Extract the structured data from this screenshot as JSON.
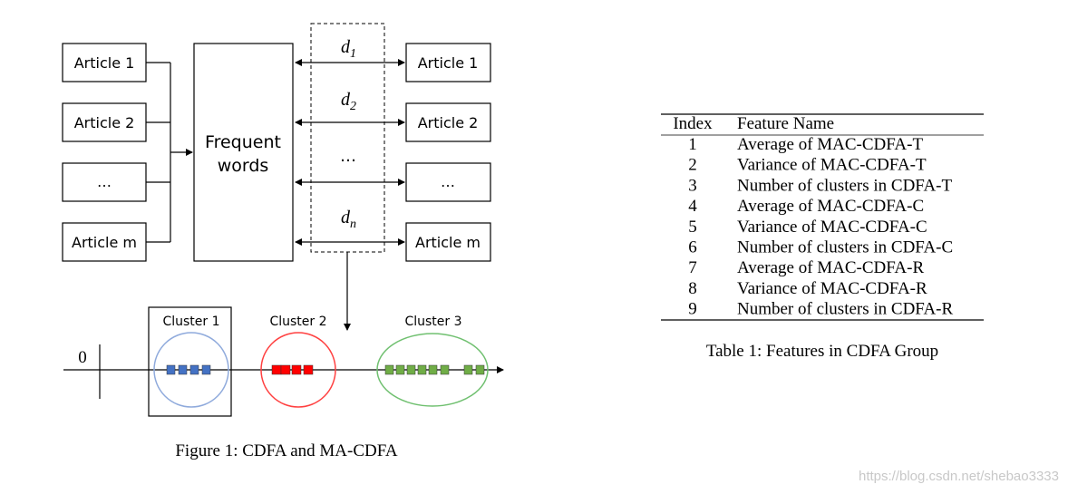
{
  "figure": {
    "left_articles": [
      "Article 1",
      "Article 2",
      "…",
      "Article m"
    ],
    "right_articles": [
      "Article 1",
      "Article 2",
      "…",
      "Article m"
    ],
    "center_box": [
      "Frequent",
      "words"
    ],
    "distances": [
      {
        "base": "d",
        "sub": "1"
      },
      {
        "base": "d",
        "sub": "2"
      },
      {
        "base": "…",
        "sub": ""
      },
      {
        "base": "d",
        "sub": "n"
      }
    ],
    "clusters": [
      {
        "label": "Cluster 1",
        "color": "#4472c4",
        "squares": 4
      },
      {
        "label": "Cluster 2",
        "color": "#ff0000",
        "squares": 4
      },
      {
        "label": "Cluster 3",
        "color": "#70ad47",
        "squares": 8
      }
    ],
    "axis_zero": "0",
    "caption": "Figure 1: CDFA and MA-CDFA"
  },
  "table": {
    "headers": [
      "Index",
      "Feature Name"
    ],
    "rows": [
      [
        "1",
        "Average of MAC-CDFA-T"
      ],
      [
        "2",
        "Variance of MAC-CDFA-T"
      ],
      [
        "3",
        "Number of clusters in CDFA-T"
      ],
      [
        "4",
        "Average of MAC-CDFA-C"
      ],
      [
        "5",
        "Variance of MAC-CDFA-C"
      ],
      [
        "6",
        "Number of clusters in CDFA-C"
      ],
      [
        "7",
        "Average of MAC-CDFA-R"
      ],
      [
        "8",
        "Variance of MAC-CDFA-R"
      ],
      [
        "9",
        "Number of clusters in CDFA-R"
      ]
    ],
    "caption": "Table 1: Features in CDFA Group"
  },
  "watermark": "https://blog.csdn.net/shebao3333"
}
